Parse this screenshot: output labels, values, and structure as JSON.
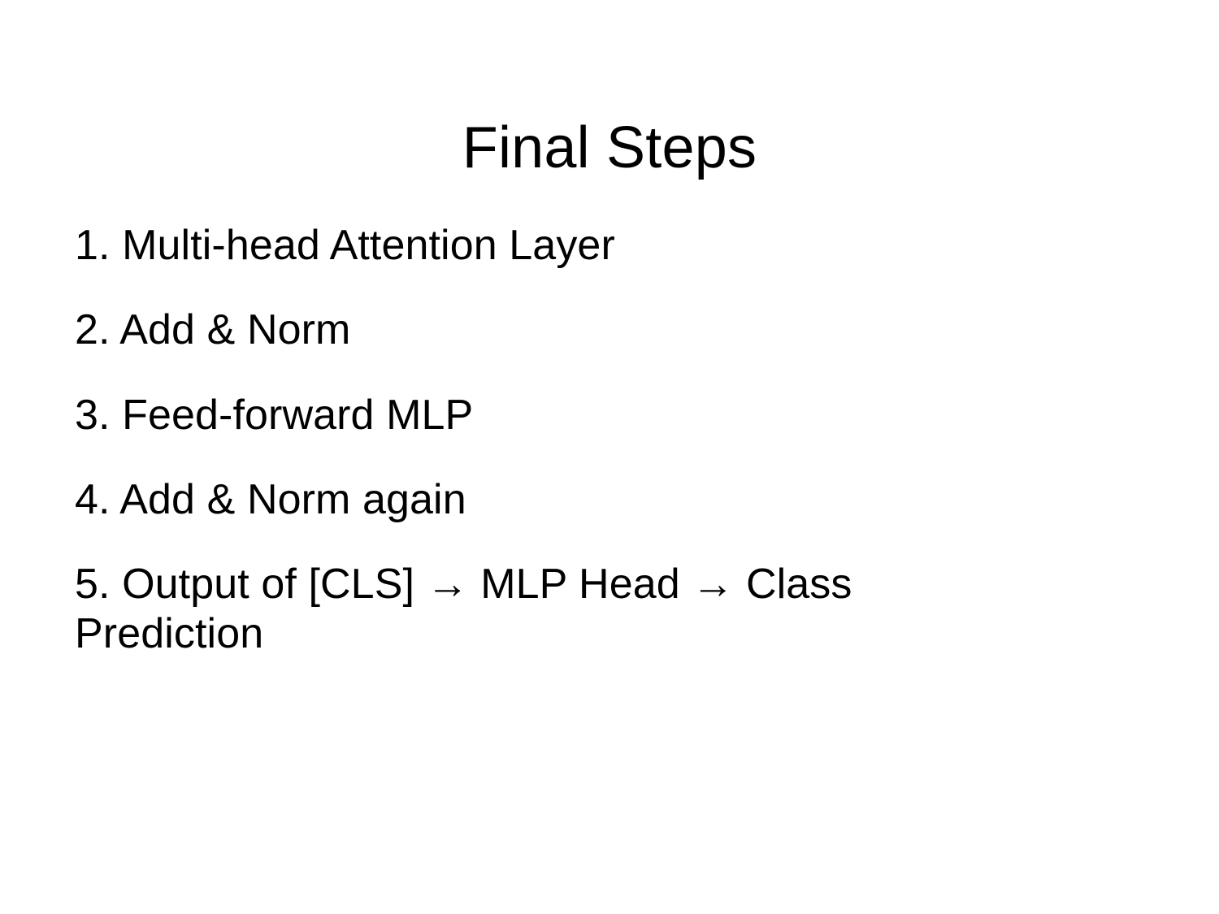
{
  "slide": {
    "background_color": "#ffffff",
    "text_color": "#000000",
    "title": "Final Steps",
    "steps": [
      {
        "number": "1.",
        "text": "Multi-head Attention Layer",
        "full": "1. Multi-head Attention Layer"
      },
      {
        "number": "2.",
        "text": "Add & Norm",
        "full": "2. Add & Norm"
      },
      {
        "number": "3.",
        "text": "Feed-forward MLP",
        "full": "3. Feed-forward MLP"
      },
      {
        "number": "4.",
        "text": "Add & Norm again",
        "full": "4. Add & Norm again"
      },
      {
        "number": "5.",
        "text": "Output of [CLS] → MLP Head → Class Prediction",
        "full": "5. Output of [CLS] → MLP Head → Class Prediction"
      }
    ]
  }
}
